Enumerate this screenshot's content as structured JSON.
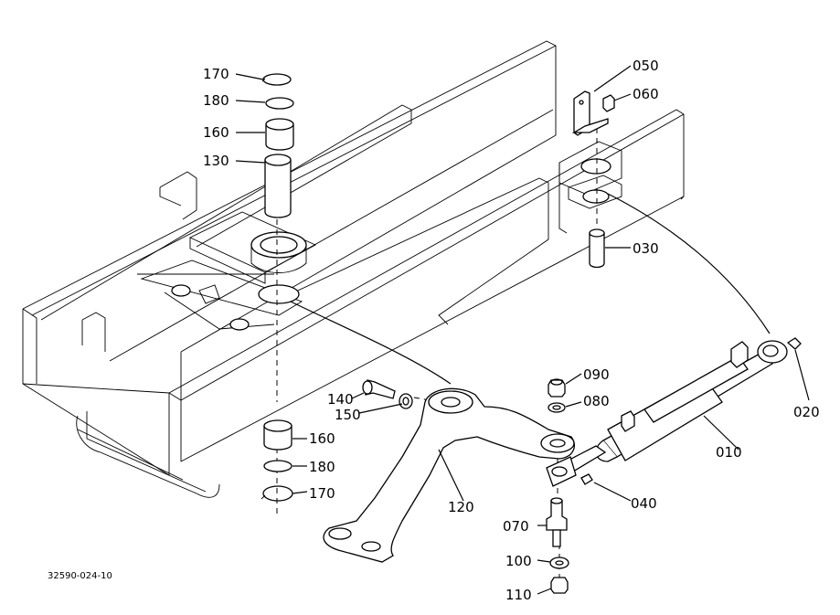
{
  "drawing_code": "32590-024-10",
  "part_labels": {
    "p010": "010",
    "p020": "020",
    "p030": "030",
    "p040": "040",
    "p050": "050",
    "p060": "060",
    "p070": "070",
    "p080": "080",
    "p090": "090",
    "p100": "100",
    "p110": "110",
    "p120": "120",
    "p130": "130",
    "p140": "140",
    "p150": "150",
    "p160_top": "160",
    "p160_bottom": "160",
    "p170_top": "170",
    "p170_bottom": "170",
    "p180_top": "180",
    "p180_bottom": "180"
  }
}
